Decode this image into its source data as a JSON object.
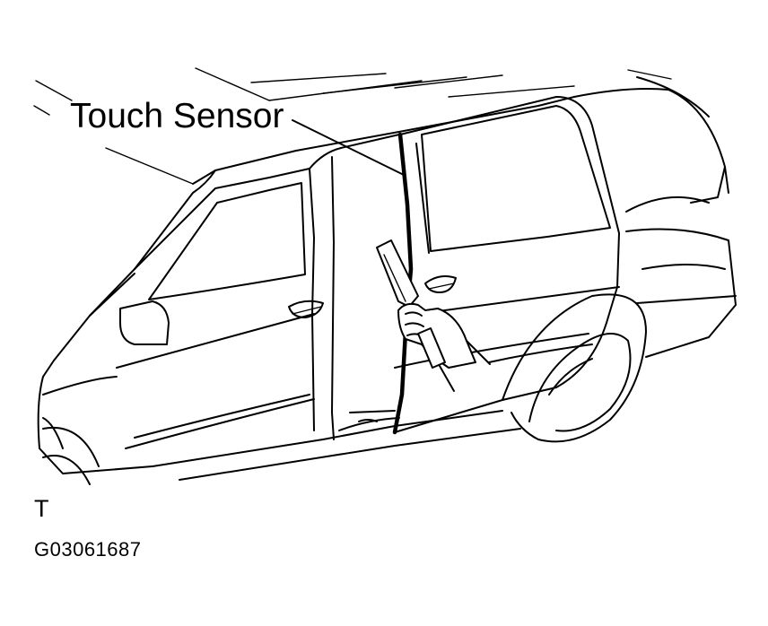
{
  "callout": {
    "label": "Touch Sensor"
  },
  "marker": {
    "text": "T"
  },
  "figure": {
    "code": "G03061687"
  },
  "colors": {
    "line": "#000000",
    "background": "#ffffff"
  }
}
